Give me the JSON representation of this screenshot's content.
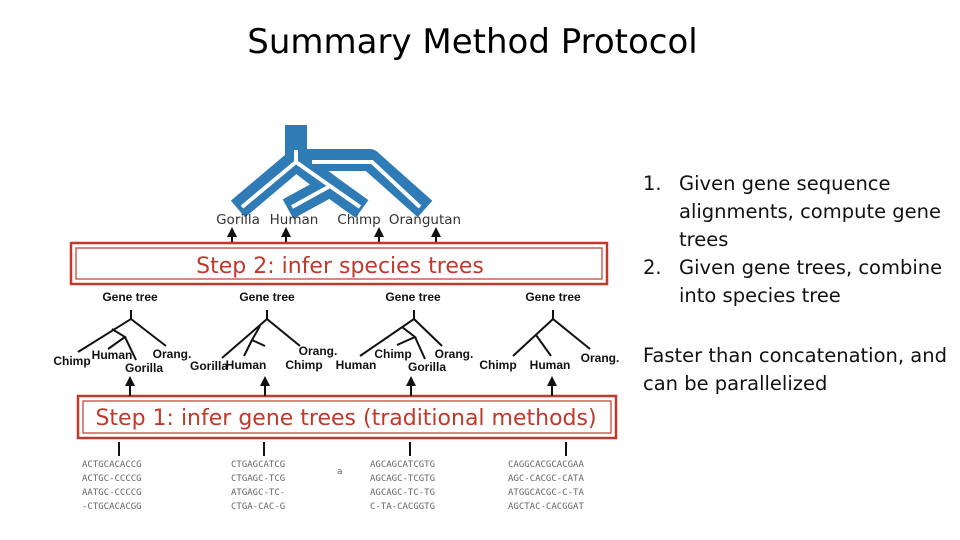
{
  "title": "Summary Method Protocol",
  "species_tree": {
    "color": "#2e7bb6",
    "leaves": [
      "Gorilla",
      "Human",
      "Chimp",
      "Orangutan"
    ]
  },
  "step2_label": "Step 2: infer species trees",
  "step1_label": "Step 1: infer gene trees (traditional methods)",
  "frame_color": "#c0392b",
  "gene_trees": [
    {
      "title": "Gene tree",
      "leaves": [
        "Chimp",
        "Human",
        "Gorilla",
        "Orang."
      ]
    },
    {
      "title": "Gene tree",
      "leaves": [
        "Gorilla",
        "Human",
        "Chimp",
        "Orang."
      ]
    },
    {
      "title": "Gene tree",
      "leaves": [
        "Human",
        "Chimp",
        "Gorilla",
        "Orang."
      ]
    },
    {
      "title": "Gene tree",
      "leaves": [
        "Chimp",
        "Human",
        "Orang."
      ]
    }
  ],
  "alignments": [
    [
      "ACTGCACACCG",
      "ACTGC-CCCCG",
      "AATGC-CCCCG",
      "-CTGCACACGG"
    ],
    [
      "CTGAGCATCG",
      "CTGAGC-TCG",
      "ATGAGC-TC-",
      "CTGA-CAC-G"
    ],
    [
      "AGCAGCATCGTG",
      "AGCAGC-TCGTG",
      "AGCAGC-TC-TG",
      "C-TA-CACGGTG"
    ],
    [
      "CAGGCACGCACGAA",
      "AGC-CACGC-CATA",
      "ATGGCACGC-C-TA",
      "AGCTAC-CACGGAT"
    ]
  ],
  "panel_marker": "a",
  "steps": [
    {
      "num": "1.",
      "text": "Given gene sequence alignments, compute gene trees"
    },
    {
      "num": "2.",
      "text": "Given gene trees, combine into species tree"
    }
  ],
  "summary": "Faster than concatenation, and can be parallelized"
}
